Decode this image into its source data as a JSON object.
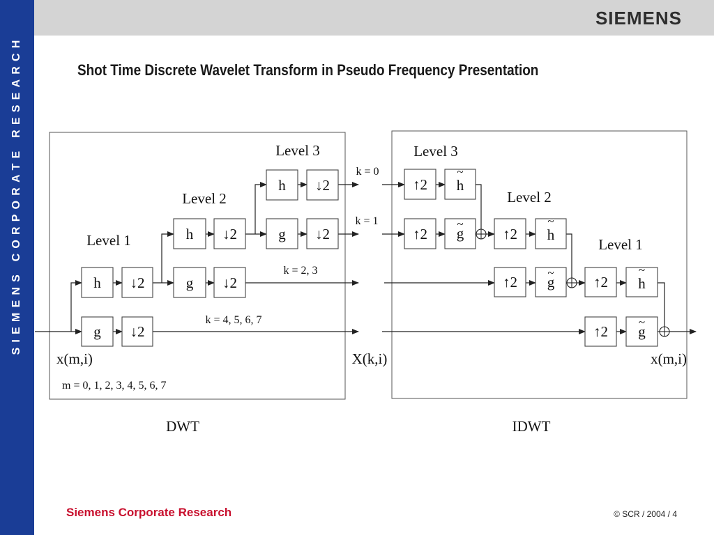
{
  "header": {
    "brand": "SIEMENS",
    "sidebar_text": "SIEMENS CORPORATE RESEARCH"
  },
  "title": "Shot Time Discrete Wavelet Transform in Pseudo Frequency Presentation",
  "diagram": {
    "dwt": {
      "caption": "DWT",
      "level1": "Level 1",
      "level2": "Level 2",
      "level3": "Level 3",
      "input_label": "x(m,i)",
      "index_label": "m = 0, 1, 2, 3, 4, 5, 6, 7",
      "k0": "k = 0",
      "k1": "k = 1",
      "k23": "k = 2, 3",
      "k4567": "k = 4, 5, 6, 7"
    },
    "middle_label": "X(k,i)",
    "idwt": {
      "caption": "IDWT",
      "level1": "Level 1",
      "level2": "Level 2",
      "level3": "Level 3",
      "output_label": "x(m,i)"
    },
    "filters": {
      "h": "h",
      "g": "g",
      "down2": "↓2",
      "up2": "↑2",
      "tilde": "~"
    }
  },
  "footer": {
    "org": "Siemens Corporate Research",
    "copyright": "© SCR / 2004 / 4"
  },
  "colors": {
    "sidebar": "#1a3d96",
    "topbar": "#d4d4d4",
    "footer_accent": "#c8102e"
  }
}
